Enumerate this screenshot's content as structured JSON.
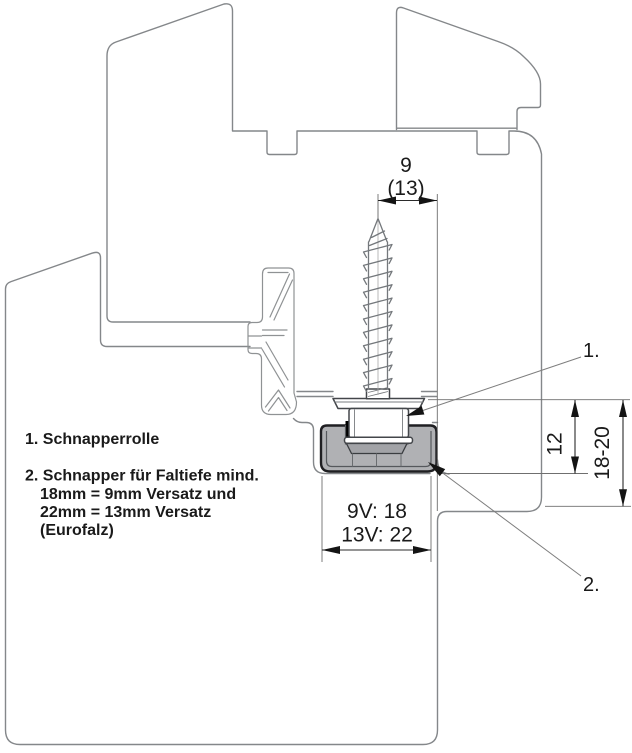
{
  "legend": {
    "items": [
      "1. Schnapperrolle",
      "2. Schnapper für Faltiefe mind.",
      "18mm = 9mm Versatz und",
      "22mm = 13mm Versatz",
      "(Eurofalz)"
    ]
  },
  "dimensions": {
    "width_top": "9",
    "width_top_alt": "(13)",
    "depth_roller": "12",
    "depth_total": "18-20",
    "variant_width_9": "9V: 18",
    "variant_width_13": "13V: 22"
  },
  "callouts": {
    "roller": "1.",
    "snapper": "2."
  },
  "colors": {
    "background": "#ffffff",
    "profile_line": "#84878a",
    "dimension_line": "#2b2b2b",
    "text": "#1a1a1a",
    "housing_fill": "#b0b1b4",
    "housing_outline": "#1f1f22",
    "housing_inner": "#55585c"
  }
}
